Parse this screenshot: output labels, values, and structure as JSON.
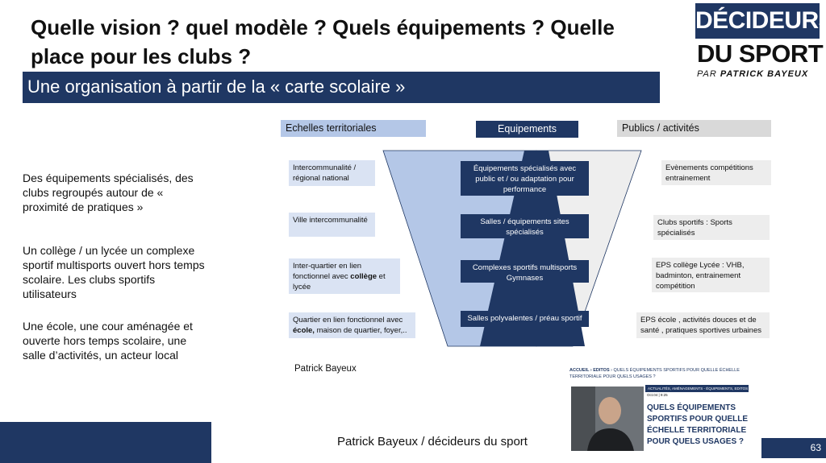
{
  "title": "Quelle vision ? quel modèle ? Quels équipements ? Quelle place pour les clubs ?",
  "subtitle": "Une organisation à partir de la « carte scolaire »",
  "logo": {
    "top": "DÉCIDEURS",
    "middle": "DU SPORT",
    "bottom_par": "PAR",
    "bottom_name": "PATRICK BAYEUX"
  },
  "left_texts": [
    "Des équipements spécialisés, des clubs regroupés autour de « proximité de pratiques »",
    "Un collège / un lycée un complexe sportif multisports ouvert hors temps scolaire. Les clubs sportifs utilisateurs",
    "Une école, une cour aménagée et ouverte hors temps scolaire, une salle d’activités, un acteur local"
  ],
  "diagram": {
    "headers": {
      "left": "Echelles territoriales",
      "middle": "Equipements",
      "right": "Publics / activités"
    },
    "left_items": [
      {
        "pre": "Intercommunalité  / régional  national"
      },
      {
        "pre": "Ville intercommunalité"
      },
      {
        "pre": "Inter-quartier en lien fonctionnel avec ",
        "bold": "collège",
        "post": " et lycée"
      },
      {
        "pre": "Quartier en lien fonctionnel avec ",
        "bold": "école,",
        "post": " maison de quartier, foyer,.."
      }
    ],
    "middle_items": [
      "Équipements spécialisés avec public et / ou adaptation pour performance",
      "Salles / équipements sites spécialisés",
      "Complexes sportifs multisports Gymnases",
      "Salles polyvalentes / préau sportif"
    ],
    "right_items": [
      "Evènements compétitions entrainement",
      "Clubs sportifs : Sports spécialisés",
      "EPS collège Lycée : VHB, badminton, entrainement compétition",
      "EPS école , activités douces et de santé , pratiques sportives urbaines"
    ],
    "caption": "Patrick Bayeux"
  },
  "article": {
    "crumb_main": "ACCUEIL › EDITOS",
    "crumb_rest": " › QUELS ÉQUIPEMENTS SPORTIFS POUR QUELLE ÉCHELLE TERRITORIALE POUR QUELS USAGES ?",
    "tags": "ACTUALITÉS, AMÉNAGEMENTS - ÉQUIPEMENTS, EDITOS",
    "date": "Oct.04  |  9:25",
    "headline": "QUELS ÉQUIPEMENTS SPORTIFS POUR QUELLE ÉCHELLE TERRITORIALE POUR QUELS USAGES ?"
  },
  "footer": {
    "text": "Patrick Bayeux / décideurs du sport",
    "page": "63"
  },
  "colors": {
    "navy": "#1f3763",
    "light_blue": "#b4c7e7",
    "pale_blue": "#dae3f3",
    "light_gray": "#d9d9d9"
  }
}
